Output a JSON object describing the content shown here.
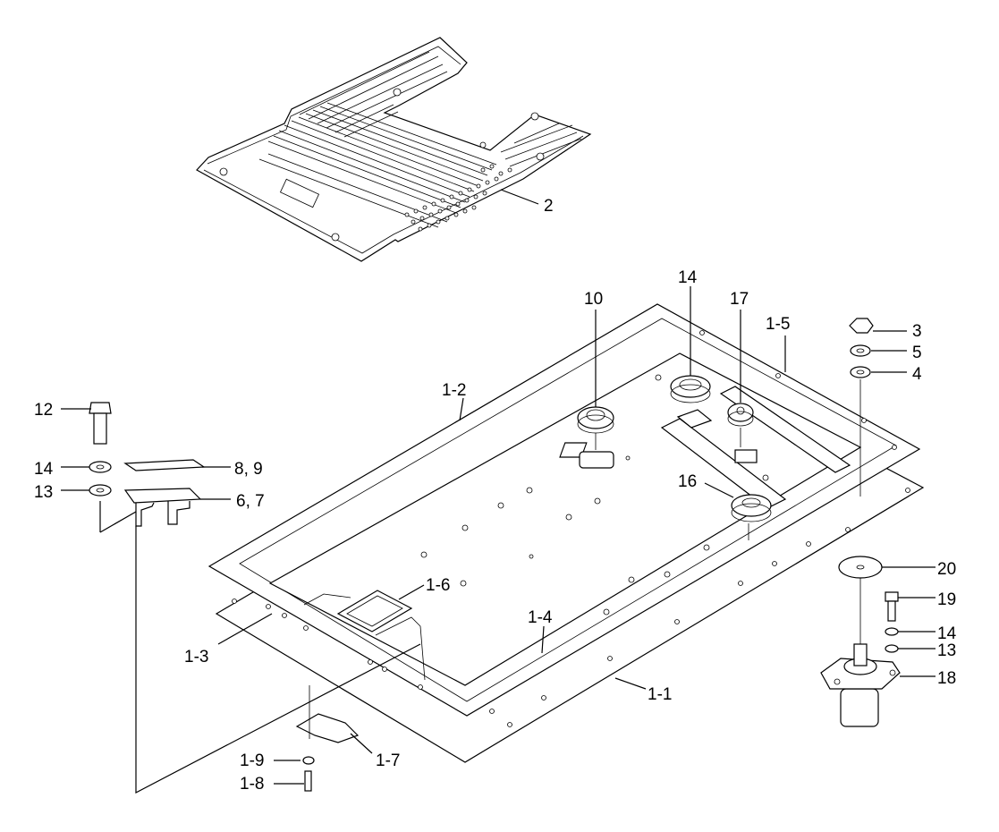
{
  "labels": {
    "l2": "2",
    "l10": "10",
    "l14a": "14",
    "l17": "17",
    "l1_5": "1-5",
    "l3": "3",
    "l5": "5",
    "l4": "4",
    "l1_2": "1-2",
    "l12": "12",
    "l14b": "14",
    "l8_9": "8, 9",
    "l13a": "13",
    "l6_7": "6, 7",
    "l16": "16",
    "l20": "20",
    "l19": "19",
    "l14c": "14",
    "l13b": "13",
    "l18": "18",
    "l1_6": "1-6",
    "l1_4": "1-4",
    "l1_3": "1-3",
    "l1_1": "1-1",
    "l1_7": "1-7",
    "l1_9": "1-9",
    "l1_8": "1-8"
  }
}
